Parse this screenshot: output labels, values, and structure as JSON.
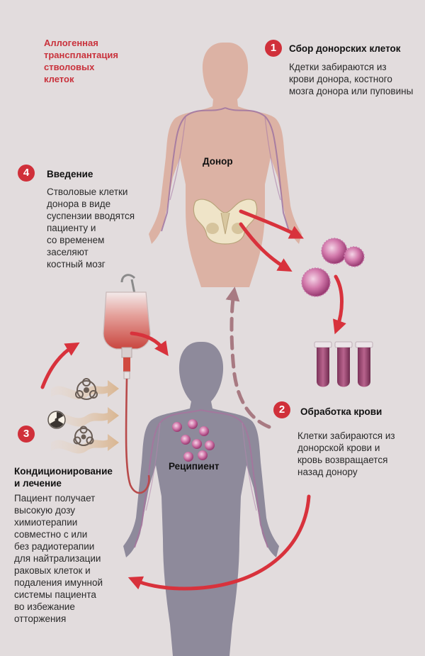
{
  "title": "Аллогенная\nтрансплантация\nстволовых\nклеток",
  "labels": {
    "donor": "Донор",
    "recipient": "Реципиент"
  },
  "steps": [
    {
      "number": "1",
      "title": "Сбор донорских клеток",
      "text": "Кдетки забираются из\nкрови донора, костного\nмозга донора или пуповины"
    },
    {
      "number": "2",
      "title": "Обработка крови",
      "text": "Клетки забираются из\nдонорской крови и\nкровь возвращается\nназад донору"
    },
    {
      "number": "3",
      "title": "Кондиционирование\nи лечение",
      "text": "Пациент получает\nвысокую дозу\nхимиотерапии\nсовместно с или\nбез радиотерапии\nдля найтрализации\nраковых клеток и\nподаления имунной\nсистемы пациента\nво избежание\nотторжения"
    },
    {
      "number": "4",
      "title": "Введение",
      "text": "Стволовые клетки\nдонора в виде\nсуспензии вводятся\nпациенту и\nсо временем\nзаселяют\nкостный мозг"
    }
  ],
  "colors": {
    "background": "#e2dcdd",
    "accent_red": "#d0303a",
    "donor_body": "#dcb2a4",
    "recipient_body": "#8e8a9b",
    "cell": "#c45f96",
    "tube": "#9c4b72"
  }
}
